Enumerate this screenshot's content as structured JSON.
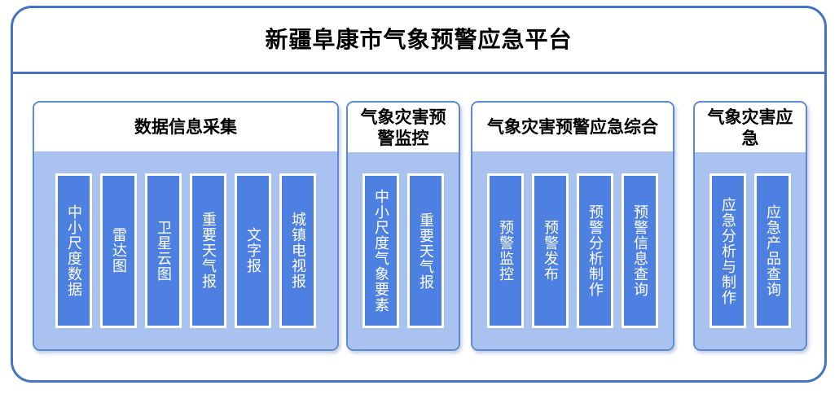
{
  "platform": {
    "title": "新疆阜康市气象预警应急平台",
    "frame_color": "#4472c4",
    "panel_fill": "#aac2f0",
    "item_fill": "#4d80e0",
    "item_border": "#ffffff",
    "group_border": "#5b8ad6"
  },
  "groups": [
    {
      "title": "数据信息采集",
      "items": [
        {
          "label": "中小尺度数据"
        },
        {
          "label": "雷达图"
        },
        {
          "label": "卫星云图"
        },
        {
          "label": "重要天气报"
        },
        {
          "label": "文字报"
        },
        {
          "label": "城镇电视报"
        }
      ]
    },
    {
      "title": "气象灾害预警监控",
      "items": [
        {
          "label": "中小尺度气象要素"
        },
        {
          "label": "重要天气报"
        }
      ]
    },
    {
      "title": "气象灾害预警应急综合",
      "items": [
        {
          "label": "预警监控"
        },
        {
          "label": "预警发布"
        },
        {
          "label": "预警分析制作"
        },
        {
          "label": "预警信息查询"
        }
      ]
    },
    {
      "title": "气象灾害应急",
      "items": [
        {
          "label": "应急分析与制作"
        },
        {
          "label": "应急产品查询"
        }
      ]
    }
  ]
}
